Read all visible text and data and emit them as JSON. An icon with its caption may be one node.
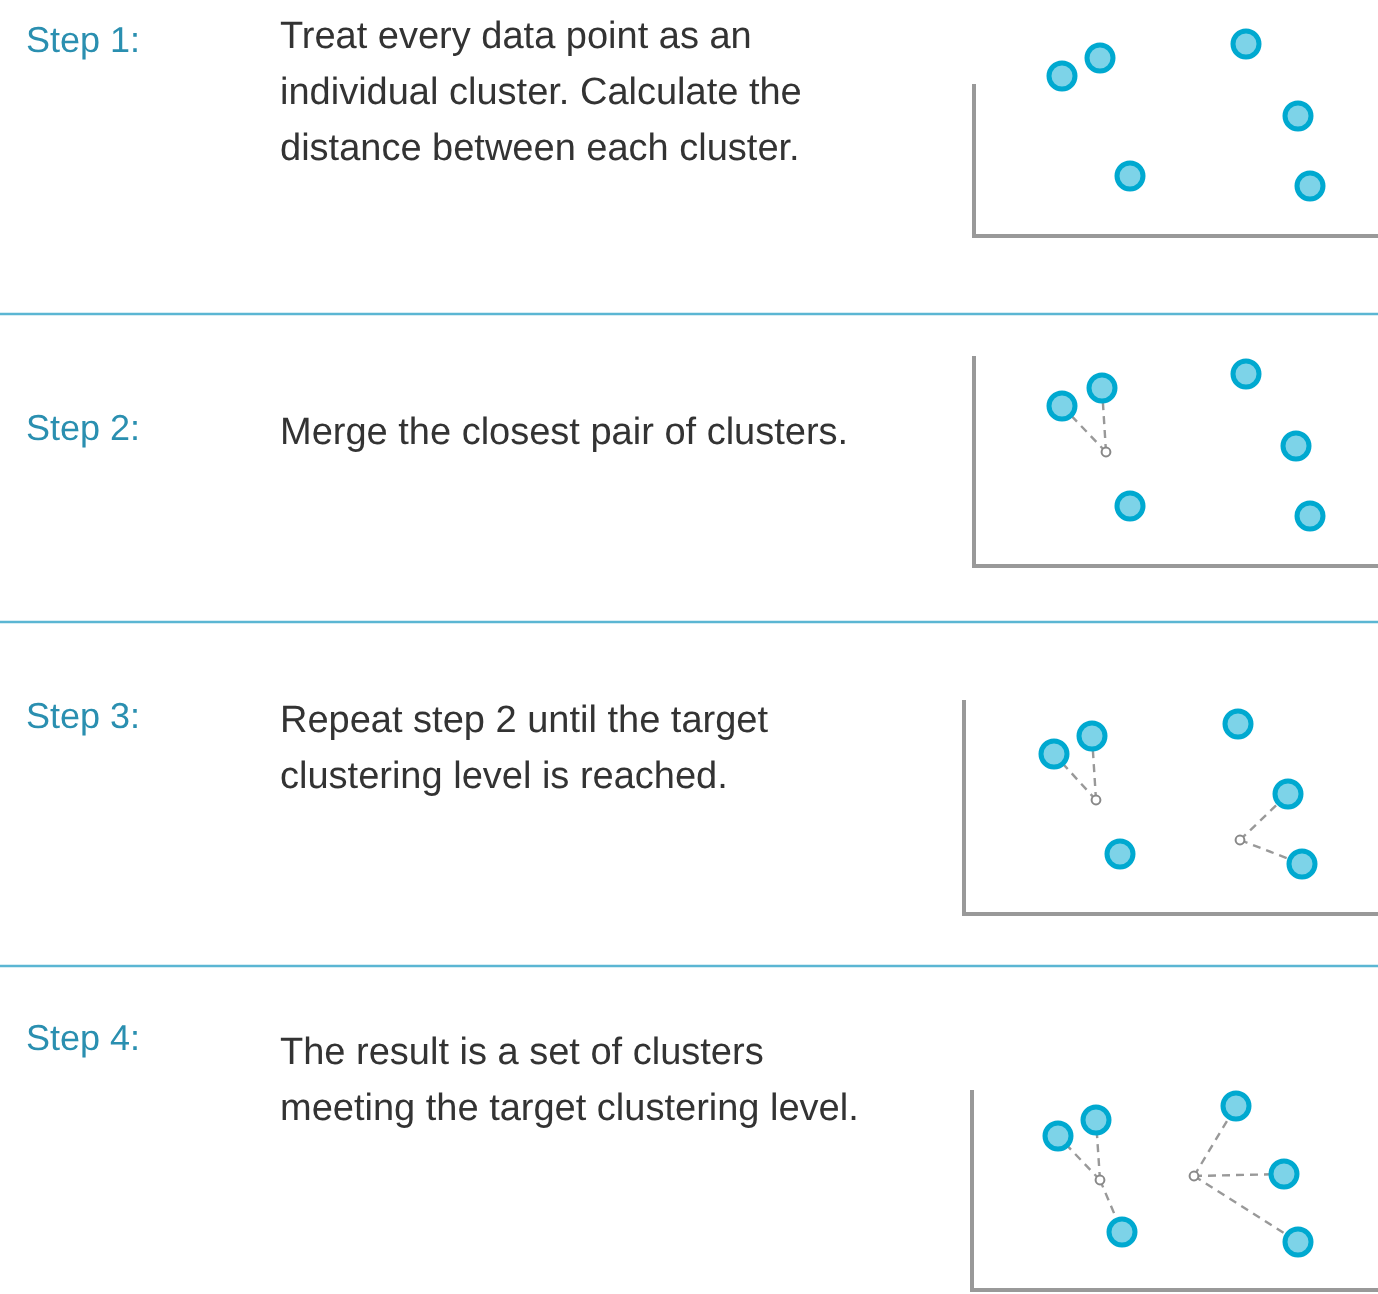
{
  "diagram": {
    "labels": [
      "Step 1:",
      "Treat every data point as an individual cluster. Calculate the distance between each cluster.",
      "Step 2:",
      "Merge the closest pair of clusters.",
      "Step 3:",
      "Repeat step 2 until the target clustering level is reached.",
      "Step 4:",
      "The result is a set of clusters meeting the target clustering level."
    ]
  }
}
